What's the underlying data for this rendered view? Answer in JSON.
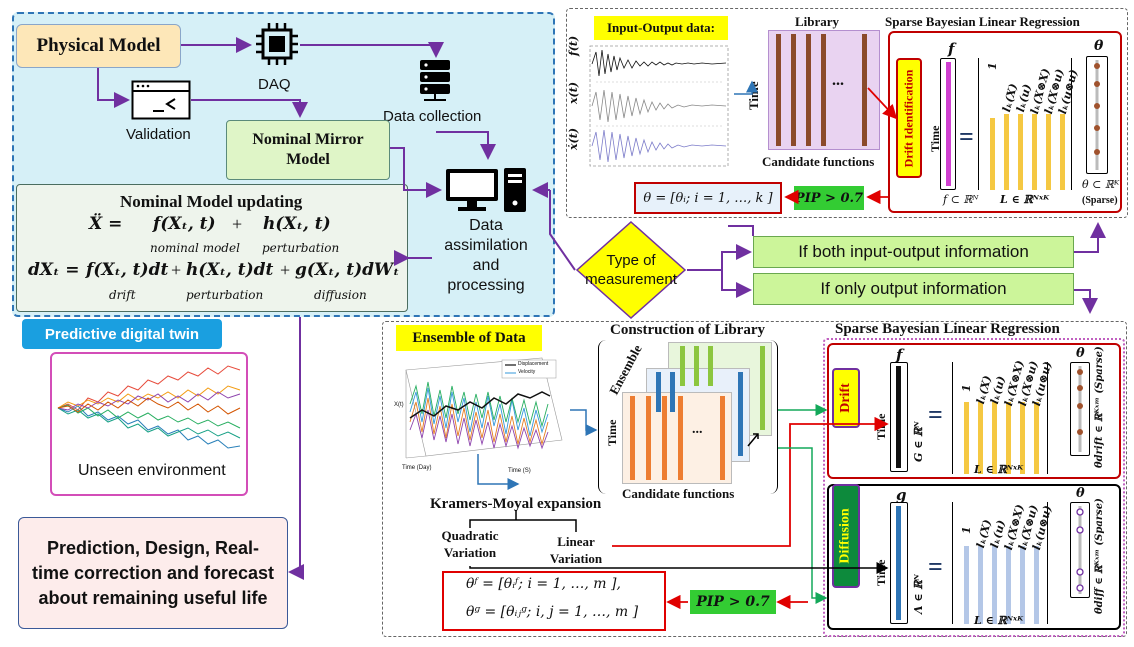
{
  "left_panel": {
    "physical_model": "Physical Model",
    "daq": "DAQ",
    "validation": "Validation",
    "nominal_mirror": "Nominal Mirror Model",
    "data_collection": "Data collection",
    "data_assimilation": "Data assimilation and processing",
    "updating": {
      "title": "Nominal Model updating",
      "eq1_lhs": "Ẍ =",
      "eq1_f": "f(Xₜ, t)",
      "eq1_f_label": "nominal model",
      "eq1_plus": "+",
      "eq1_h": "h(Xₜ, t)",
      "eq1_h_label": "perturbation",
      "eq2_lhs": "dXₜ =",
      "eq2_f": "f(Xₜ, t)dt",
      "eq2_f_label": "drift",
      "eq2_plus1": "+",
      "eq2_h": "h(Xₜ, t)dt",
      "eq2_h_label": "perturbation",
      "eq2_plus2": "+",
      "eq2_g": "g(Xₜ, t)dWₜ",
      "eq2_g_label": "diffusion"
    },
    "pdt_label": "Predictive digital twin",
    "unseen": "Unseen environment",
    "prediction": "Prediction, Design, Real-time correction and forecast about remaining useful life"
  },
  "middle": {
    "type_of_measurement": "Type of measurement",
    "both_io": "If both input-output information",
    "only_output": "If only output information"
  },
  "top_right": {
    "io_data": "Input-Output data:",
    "library": "Library",
    "time": "Time",
    "candidate": "Candidate functions",
    "sblr": "Sparse Bayesian Linear Regression",
    "drift_identification": "Drift Identification",
    "f_symbol": "f",
    "f_space": "f ⊂ ℝᴺ",
    "L_space": "L ∈ ℝᴺˣᴷ",
    "theta_symbol": "θ",
    "theta_space": "θ ⊂ ℝᴷ",
    "sparse": "(Sparse)",
    "equals": "=",
    "lib_terms": [
      "1",
      "lₖ(X)",
      "lₖ(u)",
      "lₖ(X⊗X)",
      "lₖ(X⊗u)",
      "lₖ(u⊗u)"
    ],
    "pip": "PIP > 0.7",
    "theta_set": "θ = [θᵢ; i = 1, …, k ]",
    "y_labels": [
      "f(t)",
      "x(t)",
      "ẋ(t)"
    ],
    "ellipsis": "..."
  },
  "bottom_right": {
    "ensemble": "Ensemble of Data",
    "construction": "Construction of  Library",
    "ensemble_label": "Ensemble",
    "time": "Time",
    "candidate": "Candidate functions",
    "sblr": "Sparse Bayesian Linear Regression",
    "drift": "Drift",
    "diffusion": "Diffusion",
    "f_symbol": "f",
    "g_symbol": "g",
    "G_space": "G ∈ ℝᴺ",
    "Lambda_space": "Λ ∈ ℝᴺ",
    "L_space": "L ∈ ℝᴺˣᴷ",
    "theta_symbol": "θ",
    "theta_drift": "θdrift ∈ ℝᴷˣᵐ (Sparse)",
    "theta_diff": "θdiff ∈ ℝᴷˣᵐ (Sparse)",
    "equals": "=",
    "lib_terms": [
      "1",
      "lₖ(X)",
      "lₖ(u)",
      "lₖ(X⊗X)",
      "lₖ(X⊗u)",
      "lₖ(u⊗u)"
    ],
    "kramers": "Kramers-Moyal expansion",
    "quadratic": "Quadratic Variation",
    "linear": "Linear Variation",
    "theta_f": "θᶠ = [θᵢᶠ; i = 1, …, m ],",
    "theta_g": "θᵍ = [θᵢⱼᵍ; i, j = 1, …, m ]",
    "pip": "PIP > 0.7",
    "ellipsis": "...",
    "legend": [
      "Displacement",
      "Velocity"
    ],
    "axis_labels": [
      "Time (Day)",
      "Time (S)",
      "X(t)"
    ]
  },
  "colors": {
    "teal_bg": "#d6f0f7",
    "green_box": "#dff5c7",
    "yellow": "#ffff00",
    "purple": "#7030a0",
    "red": "#e00000",
    "blue": "#2e75b6",
    "orange_bar": "#f4a43a",
    "yellow_bar": "#f5c842"
  }
}
